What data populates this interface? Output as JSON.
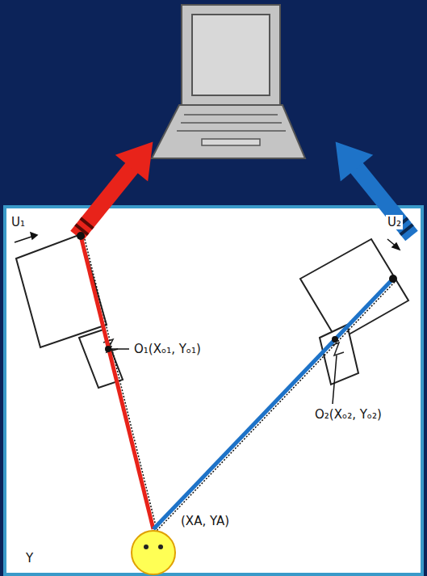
{
  "diagram": {
    "labels": [
      "U₁",
      "O₁(Xₒ₁, Yₒ₁)",
      "U₂",
      "O₂(Xₒ₂, Yₒ₂)",
      "(XA, YA)",
      "Y"
    ]
  }
}
